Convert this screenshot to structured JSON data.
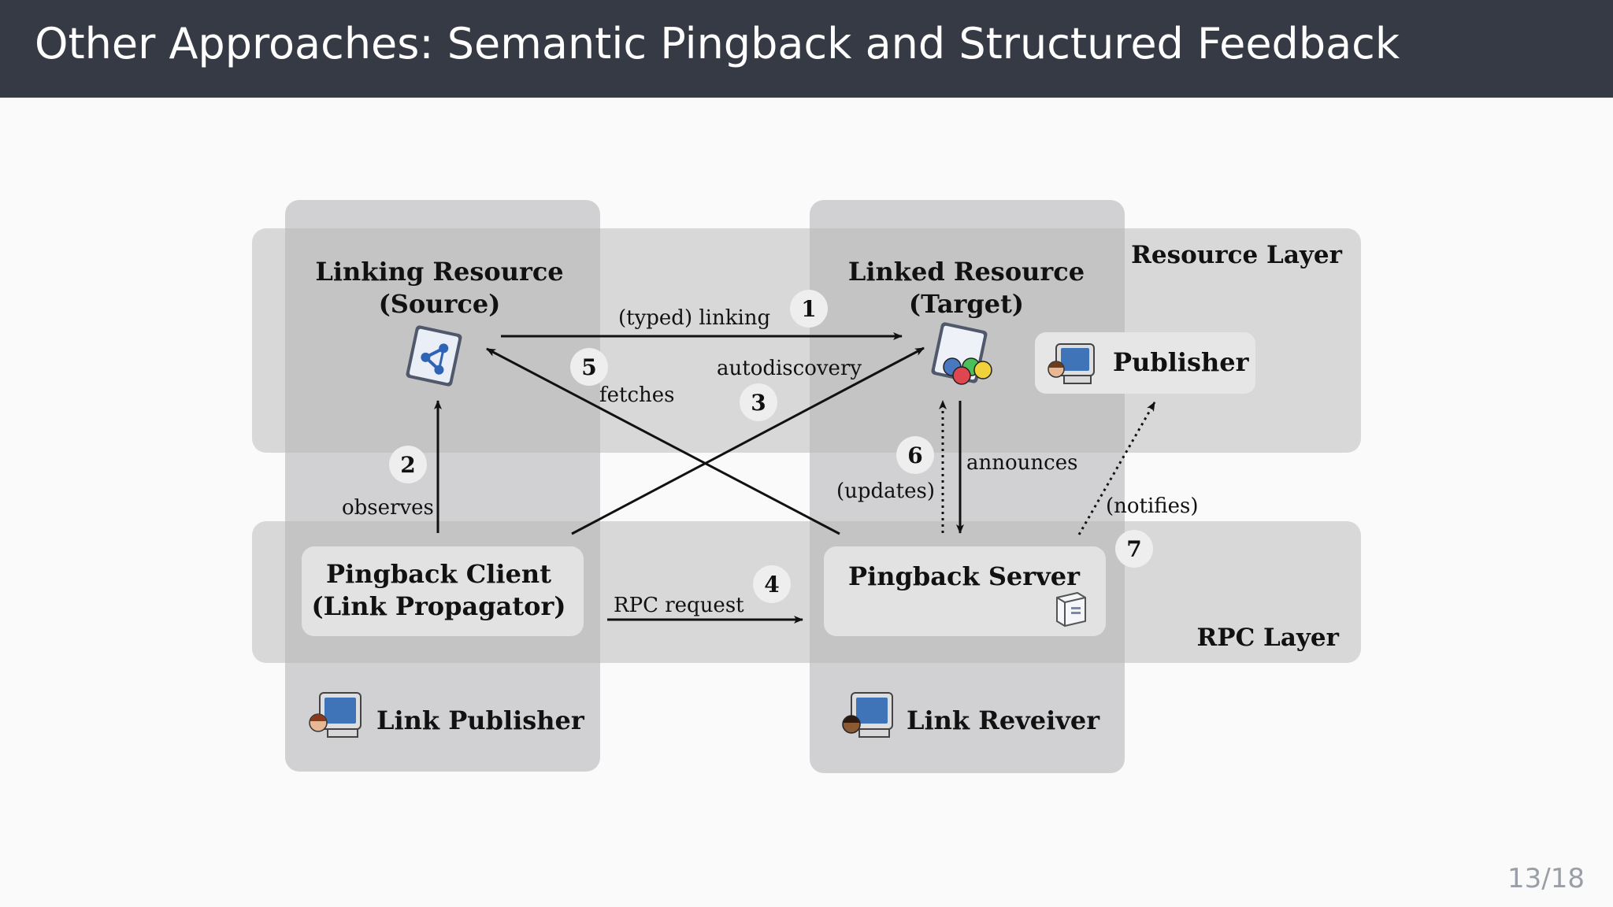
{
  "slide": {
    "title": "Other Approaches: Semantic Pingback and Structured Feedback",
    "page_number": "13/18"
  },
  "diagram": {
    "layers": {
      "resource": "Resource Layer",
      "rpc": "RPC Layer"
    },
    "nodes": {
      "linking_resource": [
        "Linking Resource",
        "(Source)"
      ],
      "linked_resource": [
        "Linked Resource",
        "(Target)"
      ],
      "publisher": "Publisher",
      "pingback_client": [
        "Pingback Client",
        "(Link Propagator)"
      ],
      "pingback_server": "Pingback Server",
      "link_publisher": "Link Publisher",
      "link_receiver": "Link Reveiver"
    },
    "edges": {
      "typed_linking": "(typed) linking",
      "fetches": "fetches",
      "autodiscovery": "autodiscovery",
      "observes": "observes",
      "announces": "announces",
      "updates": "(updates)",
      "notifies": "(notifies)",
      "rpc_request": "RPC request"
    },
    "steps": [
      "1",
      "2",
      "3",
      "4",
      "5",
      "6",
      "7"
    ],
    "icons": {
      "source": "semantic-document-icon",
      "target": "linked-document-icon",
      "publisher": "computer-user-icon",
      "server": "server-icon"
    },
    "colors": {
      "header": "#353a45",
      "background": "#fafafa",
      "layer": "#c6c6c8",
      "inner_box": "#e0e0e1",
      "step_badge": "#eeeeee"
    }
  }
}
